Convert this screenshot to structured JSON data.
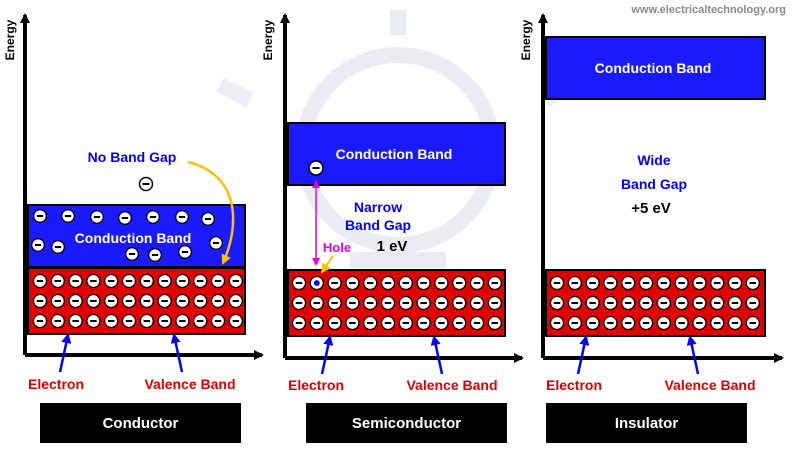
{
  "site": "www.electricaltechnology.org",
  "axis_label": "Energy",
  "colors": {
    "band_blue": "#1a1aff",
    "band_red": "#e00000",
    "outline": "#000000",
    "label_red": "#e00000",
    "label_blue": "#0000ff",
    "pink": "#e600e6",
    "arrow_yellow": "#ffc000",
    "caption_bg": "#000000"
  },
  "panels": [
    {
      "id": "conductor",
      "caption": "Conductor",
      "conduction_label": "Conduction Band",
      "gap_title": "No Band Gap",
      "electron_label": "Electron",
      "valence_label": "Valence Band"
    },
    {
      "id": "semiconductor",
      "caption": "Semiconductor",
      "conduction_label": "Conduction Band",
      "gap_line1": "Narrow",
      "gap_line2": "Band Gap",
      "gap_value": "1 eV",
      "hole_label": "Hole",
      "electron_label": "Electron",
      "valence_label": "Valence Band"
    },
    {
      "id": "insulator",
      "caption": "Insulator",
      "conduction_label": "Conduction Band",
      "gap_line1": "Wide",
      "gap_line2": "Band Gap",
      "gap_value": "+5 eV",
      "electron_label": "Electron",
      "valence_label": "Valence Band"
    }
  ],
  "icons": {
    "electron": "minus-circle-icon",
    "hole": "plus-dot-icon"
  }
}
